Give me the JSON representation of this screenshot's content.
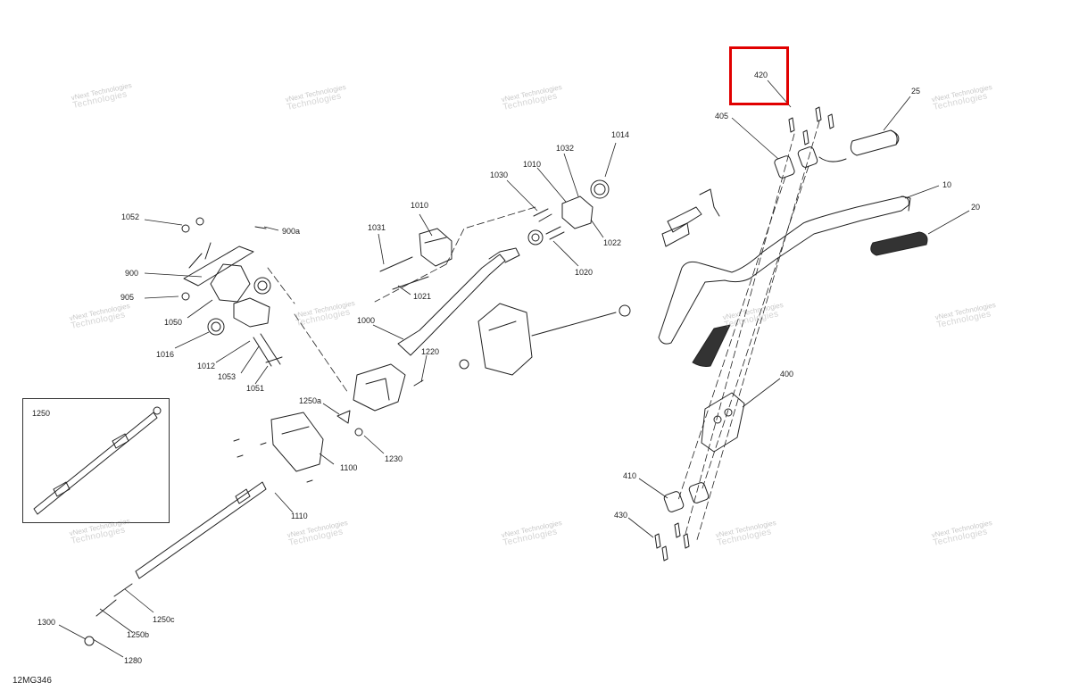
{
  "diagram": {
    "code": "12MG346",
    "highlighted_part": "420",
    "inset_label": "1250",
    "watermark_line1": "vNext",
    "watermark_line2": "Technologies",
    "watermark_small": "vNext Technologies",
    "callouts": {
      "c420": "420",
      "c405": "405",
      "c25": "25",
      "c10": "10",
      "c20": "20",
      "c1014": "1014",
      "c1032": "1032",
      "c1010a": "1010",
      "c1030": "1030",
      "c1010b": "1010",
      "c1031": "1031",
      "c1022": "1022",
      "c1020": "1020",
      "c1021": "1021",
      "c1052": "1052",
      "c900a": "900a",
      "c900": "900",
      "c905": "905",
      "c1050": "1050",
      "c1016": "1016",
      "c1012": "1012",
      "c1053": "1053",
      "c1051": "1051",
      "c1000": "1000",
      "c1220": "1220",
      "c1250a": "1250a",
      "c1230": "1230",
      "c1100": "1100",
      "c1110": "1110",
      "c400": "400",
      "c410": "410",
      "c430": "430",
      "c1250c": "1250c",
      "c1250b": "1250b",
      "c1300": "1300",
      "c1280": "1280"
    }
  }
}
